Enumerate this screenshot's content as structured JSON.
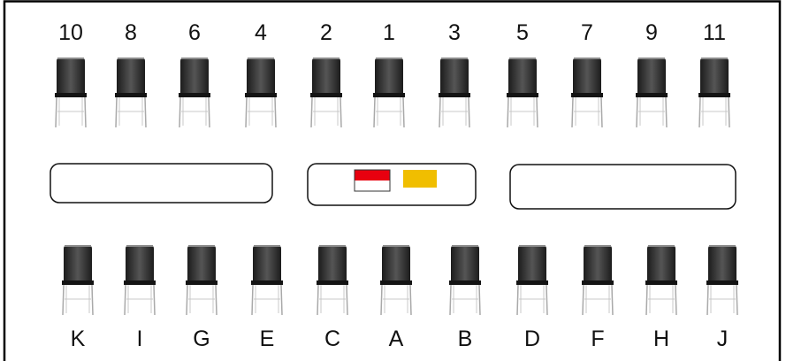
{
  "top_row": {
    "labels": [
      "10",
      "8",
      "6",
      "4",
      "2",
      "1",
      "3",
      "5",
      "7",
      "9",
      "11"
    ]
  },
  "bottom_row": {
    "labels": [
      "K",
      "I",
      "G",
      "E",
      "C",
      "A",
      "B",
      "D",
      "F",
      "H",
      "J"
    ]
  },
  "tables": [
    {
      "name": "left-table"
    },
    {
      "name": "center-table",
      "flags": [
        "red-white-flag",
        "yellow-flag"
      ]
    },
    {
      "name": "right-table"
    }
  ],
  "colors": {
    "frame": "#000000",
    "chair_back": "#2a2a2a",
    "chair_leg": "#b5b5b5",
    "flag_red": "#e8000f",
    "flag_white": "#ffffff",
    "flag_yellow": "#f0be00"
  }
}
